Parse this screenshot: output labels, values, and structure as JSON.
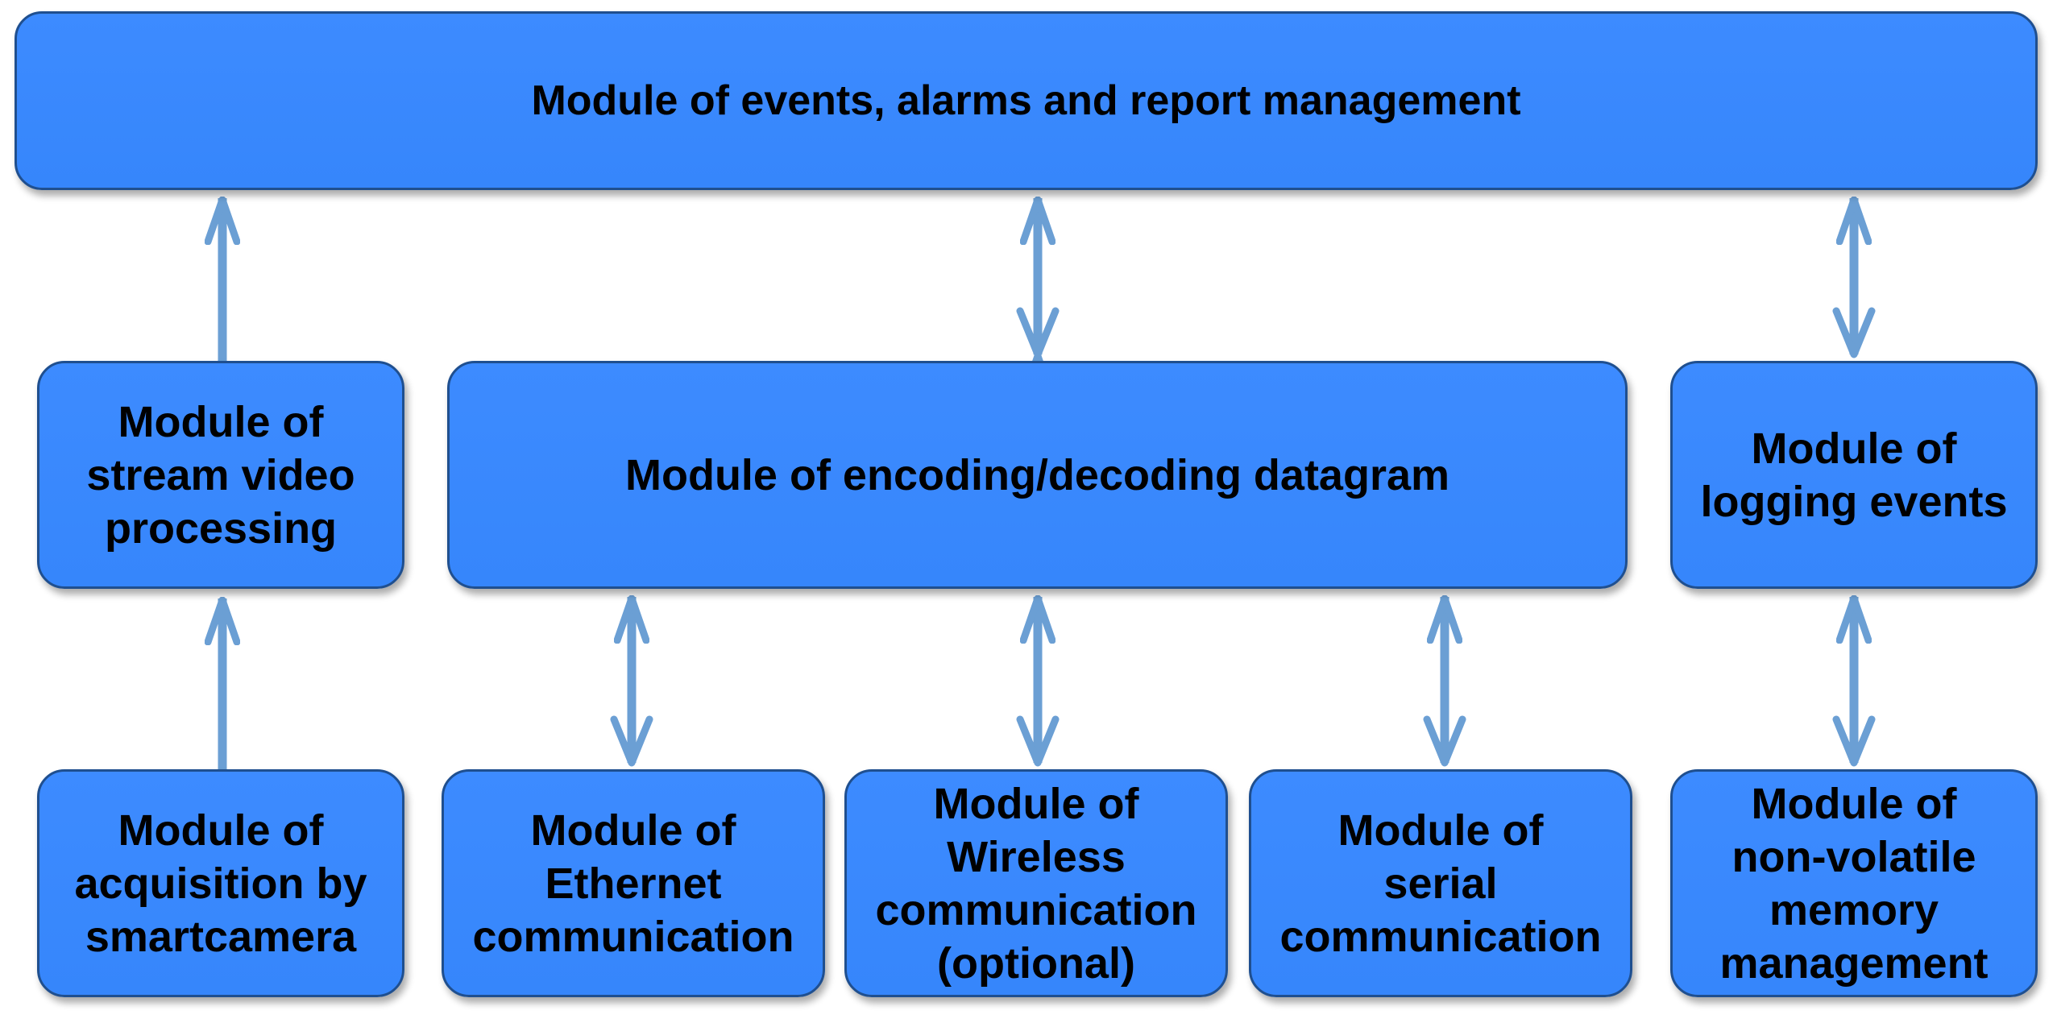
{
  "diagram": {
    "modules": {
      "events_alarms_reports": "Module of events, alarms and report management",
      "stream_video_processing": "Module of\nstream video\nprocessing",
      "encoding_decoding_datagram": "Module of encoding/decoding datagram",
      "logging_events": "Module of\nlogging events",
      "acquisition_smartcamera": "Module of\nacquisition by\nsmartcamera",
      "ethernet_communication": "Module of\nEthernet\ncommunication",
      "wireless_communication": "Module of\nWireless\ncommunication\n(optional)",
      "serial_communication": "Module of\nserial\ncommunication",
      "nonvolatile_memory": "Module of\nnon-volatile\nmemory\nmanagement"
    },
    "connections": [
      {
        "from": "acquisition_smartcamera",
        "to": "stream_video_processing",
        "direction": "one-way"
      },
      {
        "from": "stream_video_processing",
        "to": "events_alarms_reports",
        "direction": "one-way"
      },
      {
        "from": "encoding_decoding_datagram",
        "to": "events_alarms_reports",
        "direction": "two-way"
      },
      {
        "from": "logging_events",
        "to": "events_alarms_reports",
        "direction": "two-way"
      },
      {
        "from": "ethernet_communication",
        "to": "encoding_decoding_datagram",
        "direction": "two-way"
      },
      {
        "from": "wireless_communication",
        "to": "encoding_decoding_datagram",
        "direction": "two-way"
      },
      {
        "from": "serial_communication",
        "to": "encoding_decoding_datagram",
        "direction": "two-way"
      },
      {
        "from": "nonvolatile_memory",
        "to": "logging_events",
        "direction": "two-way"
      }
    ],
    "colors": {
      "box_fill": "#3d8bff",
      "box_border": "#1f4f8f",
      "arrow": "#6b9fd4",
      "text": "#000000"
    }
  }
}
